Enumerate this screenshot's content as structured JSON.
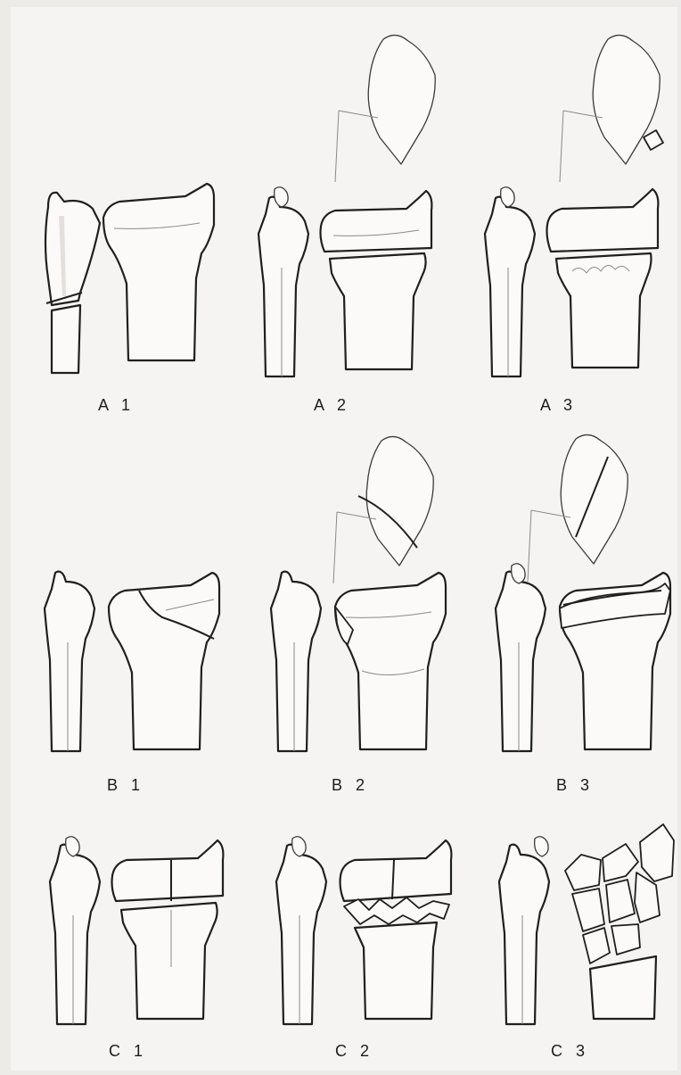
{
  "panels": [
    {
      "id": "A1",
      "label": "A 1"
    },
    {
      "id": "A2",
      "label": "A 2"
    },
    {
      "id": "A3",
      "label": "A 3"
    },
    {
      "id": "B1",
      "label": "B 1"
    },
    {
      "id": "B2",
      "label": "B 2"
    },
    {
      "id": "B3",
      "label": "B 3"
    },
    {
      "id": "C1",
      "label": "C 1"
    },
    {
      "id": "C2",
      "label": "C 2"
    },
    {
      "id": "C3",
      "label": "C 3"
    }
  ]
}
